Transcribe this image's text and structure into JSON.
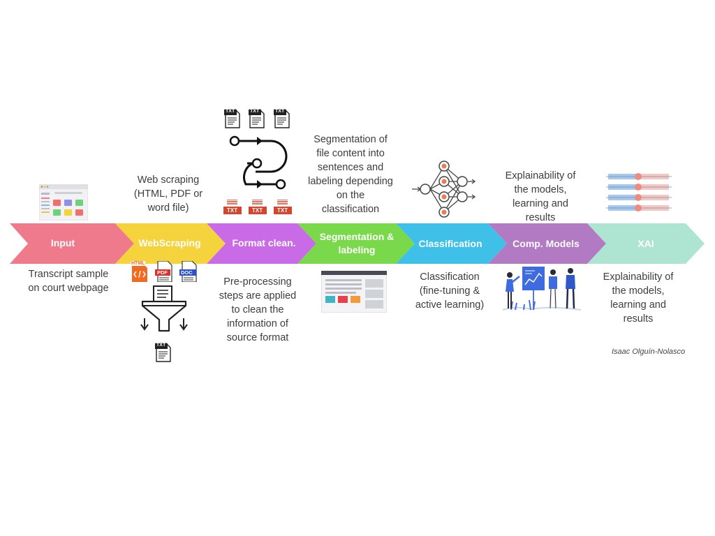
{
  "stages": [
    {
      "id": "input",
      "label": "Input",
      "color": "#ef7a8c",
      "desc": "Transcript sample on court webpage"
    },
    {
      "id": "webscraping",
      "label": "WebScraping",
      "color": "#f5d33c",
      "desc": "Web scraping (HTML, PDF or word file)"
    },
    {
      "id": "format",
      "label": "Format clean.",
      "color": "#c96be6",
      "desc": "Pre-processing steps are applied to clean the information of source format"
    },
    {
      "id": "segmentation",
      "label": "Segmentation & labeling",
      "color": "#79d94a",
      "desc": "Segmentation of file content into sentences and labeling depending on the classification"
    },
    {
      "id": "classification",
      "label": "Classification",
      "color": "#3fc0e8",
      "desc": "Classification (fine-tuning & active learning)"
    },
    {
      "id": "models",
      "label": "Comp. Models",
      "color": "#b27ac2",
      "desc": "Explainability of the models, learning and results"
    },
    {
      "id": "xai",
      "label": "XAI",
      "color": "#aee4d2",
      "desc": "Explainability of the models, learning and results"
    }
  ],
  "file_tags": {
    "html": "HTML",
    "pdf": "PDF",
    "doc": "DOC",
    "txt": "TXT"
  },
  "credit": "Isaac Olguín-Nolasco"
}
